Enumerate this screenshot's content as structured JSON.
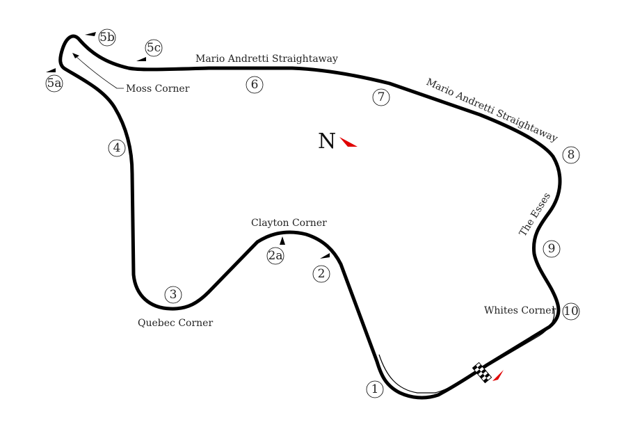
{
  "map": {
    "track_color": "#000000",
    "pit_lane_color": "#000000",
    "north_arrow_color": "#e00000",
    "start_arrow_color": "#e00000",
    "background": "#ffffff"
  },
  "north_label": "N",
  "corner_names": {
    "mario_andretti_1": "Mario Andretti Straightaway",
    "mario_andretti_2": "Mario Andretti Straightaway",
    "moss": "Moss Corner",
    "clayton": "Clayton Corner",
    "quebec": "Quebec Corner",
    "esses": "The Esses",
    "whites": "Whites Corner"
  },
  "turns": {
    "t1": "1",
    "t2": "2",
    "t2a": "2a",
    "t3": "3",
    "t4": "4",
    "t5a": "5a",
    "t5b": "5b",
    "t5c": "5c",
    "t6": "6",
    "t7": "7",
    "t8": "8",
    "t9": "9",
    "t10": "10"
  },
  "icons": {
    "start_finish": "checkered-flag-icon",
    "north": "north-arrow-icon"
  }
}
